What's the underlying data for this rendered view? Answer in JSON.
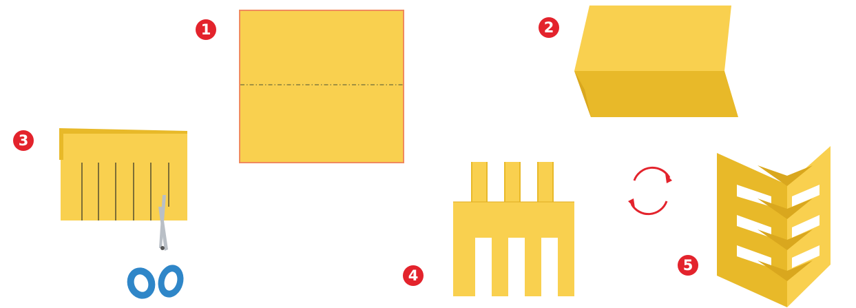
{
  "colors": {
    "paper": "#f9d04f",
    "paper_shade": "#e8b929",
    "paper_dark": "#d9a71e",
    "outline": "#f08a5d",
    "badge": "#e3232c",
    "cycle_arrow": "#e3232c",
    "scissor_handle": "#2f86c8",
    "scissor_blade": "#b9bfc6"
  },
  "steps": [
    {
      "number": "1",
      "icon": "square-paper-icon"
    },
    {
      "number": "2",
      "icon": "folded-paper-icon"
    },
    {
      "number": "3",
      "icon": "fringe-cut-paper-icon"
    },
    {
      "number": "4",
      "icon": "cut-strips-paper-icon"
    },
    {
      "number": "5",
      "icon": "zigzag-pop-up-icon"
    }
  ],
  "icons": [
    "scissors-icon",
    "cycle-arrows-icon"
  ]
}
